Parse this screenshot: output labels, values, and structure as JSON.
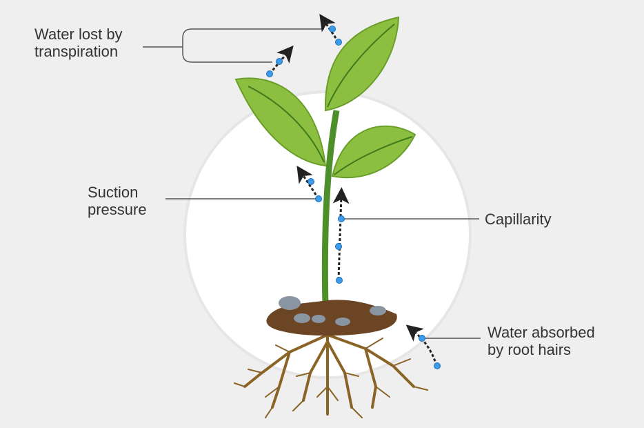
{
  "labels": {
    "transpiration": [
      "Water lost by",
      "transpiration"
    ],
    "suction": [
      "Suction",
      "pressure"
    ],
    "capillarity": "Capillarity",
    "root_hairs": [
      "Water absorbed",
      "by root hairs"
    ]
  },
  "colors": {
    "background": "#efefef",
    "leaf": "#8cbf3f",
    "leaf_dark": "#5d9a2e",
    "stem": "#4e8f2c",
    "soil": "#6b4524",
    "root": "#8a6326",
    "water_dot": "#3d9be9",
    "leader_line": "#555555"
  }
}
